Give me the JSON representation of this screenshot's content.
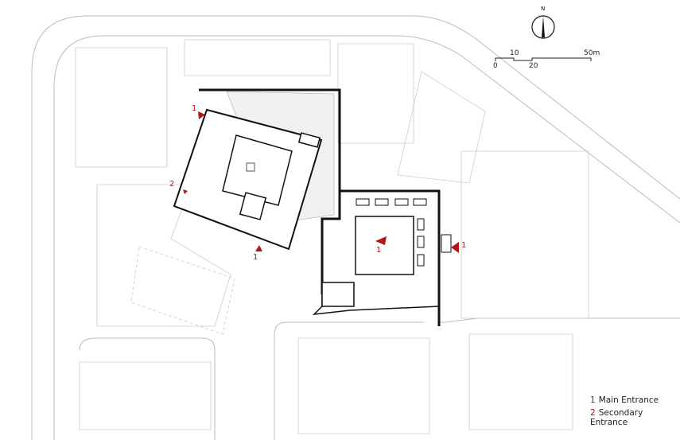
{
  "north_label": "N",
  "scale_bar": {
    "ticks": [
      "0",
      "10",
      "20",
      "50m"
    ]
  },
  "markers": [
    {
      "number": "1",
      "type": "main"
    },
    {
      "number": "2",
      "type": "secondary"
    },
    {
      "number": "1",
      "type": "main"
    },
    {
      "number": "1",
      "type": "main"
    },
    {
      "number": "1",
      "type": "main"
    }
  ],
  "legend": [
    {
      "number": "1",
      "label": "Main Entrance"
    },
    {
      "number": "2",
      "label": "Secondary Entrance"
    }
  ],
  "colors": {
    "accent": "#b01818",
    "wall": "#111111",
    "context": "#c8c8c8"
  }
}
